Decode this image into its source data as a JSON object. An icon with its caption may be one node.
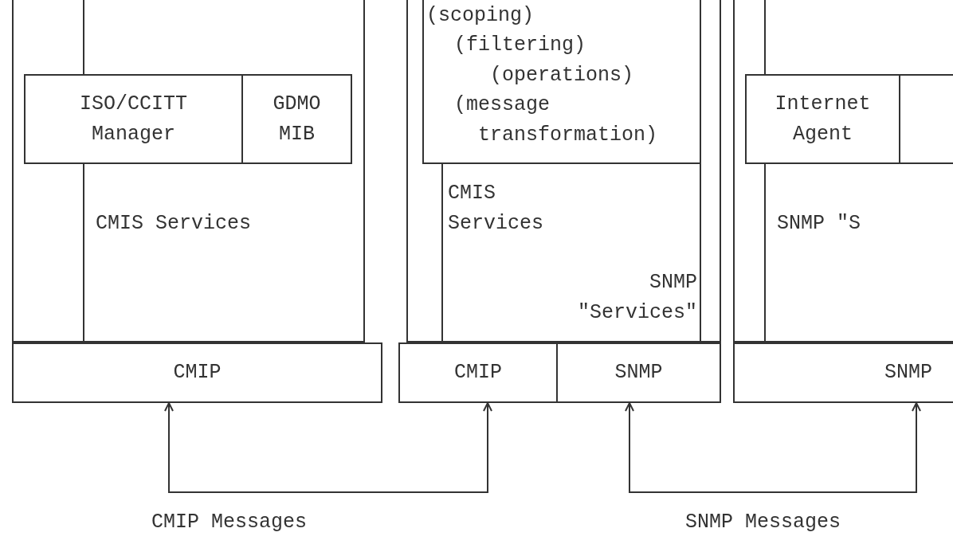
{
  "diagram": {
    "nodes": [
      {
        "text": [],
        "shape": "box"
      },
      {
        "text": [
          "ISO/CCITT Manager"
        ],
        "in": 0
      },
      {
        "text": [
          "GDMO MIB"
        ],
        "in": 0
      },
      {
        "text": [
          "CMIP"
        ]
      },
      {
        "text": [],
        "shape": "box"
      },
      {
        "text": [
          "(scoping)",
          "(filtering)",
          "(operations)",
          "(message transformation)"
        ],
        "in": 4
      },
      {
        "text": [
          "CMIP"
        ]
      },
      {
        "text": [
          "SNMP"
        ]
      },
      {
        "text": [],
        "shape": "box"
      },
      {
        "text": [
          "Internet Agent"
        ],
        "in": 8
      },
      {
        "text": [
          "SNMP"
        ]
      }
    ],
    "edges": [
      {
        "from": null,
        "to": 1,
        "arrow": "none"
      },
      {
        "from": 1,
        "to": 3,
        "arrow": "none",
        "label": "CMIS Services"
      },
      {
        "from": 5,
        "to": 6,
        "arrow": "none",
        "label": "CMIS Services"
      },
      {
        "from": 5,
        "to": 7,
        "arrow": "none",
        "label": "SNMP \"Services\""
      },
      {
        "from": null,
        "to": 9,
        "arrow": "none"
      },
      {
        "from": 9,
        "to": 10,
        "arrow": "none",
        "label": "SNMP \"S"
      },
      {
        "from": 3,
        "to": 6,
        "arrow": "both",
        "label": "CMIP Messages"
      },
      {
        "from": 7,
        "to": 10,
        "arrow": "both",
        "label": "SNMP Messages"
      }
    ]
  }
}
